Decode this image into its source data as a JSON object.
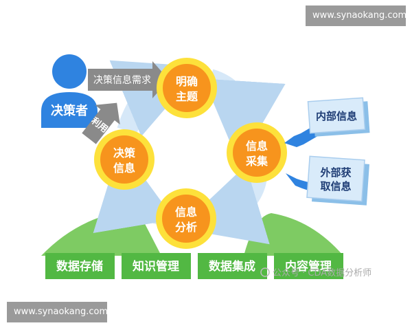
{
  "watermark_top": "www.synaokang.com",
  "watermark_bottom": "www.synaokang.com",
  "decision_maker": "决策者",
  "arrows": {
    "demand": "决策信息需求",
    "use": "利用"
  },
  "cycle": [
    {
      "line1": "明确",
      "line2": "主题"
    },
    {
      "line1": "信息",
      "line2": "采集"
    },
    {
      "line1": "信息",
      "line2": "分析"
    },
    {
      "line1": "决策",
      "line2": "信息"
    }
  ],
  "sources": {
    "internal": "内部信息",
    "external_line1": "外部获",
    "external_line2": "取信息"
  },
  "bottom_blocks": [
    "数据存储",
    "知识管理",
    "数据集成",
    "内容管理"
  ],
  "credit": "公众号 · CDA数据分析师",
  "colors": {
    "person": "#2f83e0",
    "cycle_orange": "#f7941d",
    "cycle_ring": "#fde13b",
    "green": "#52b843",
    "light_blue": "#cfe4f6",
    "arrow_gray": "#8a8a8a"
  }
}
